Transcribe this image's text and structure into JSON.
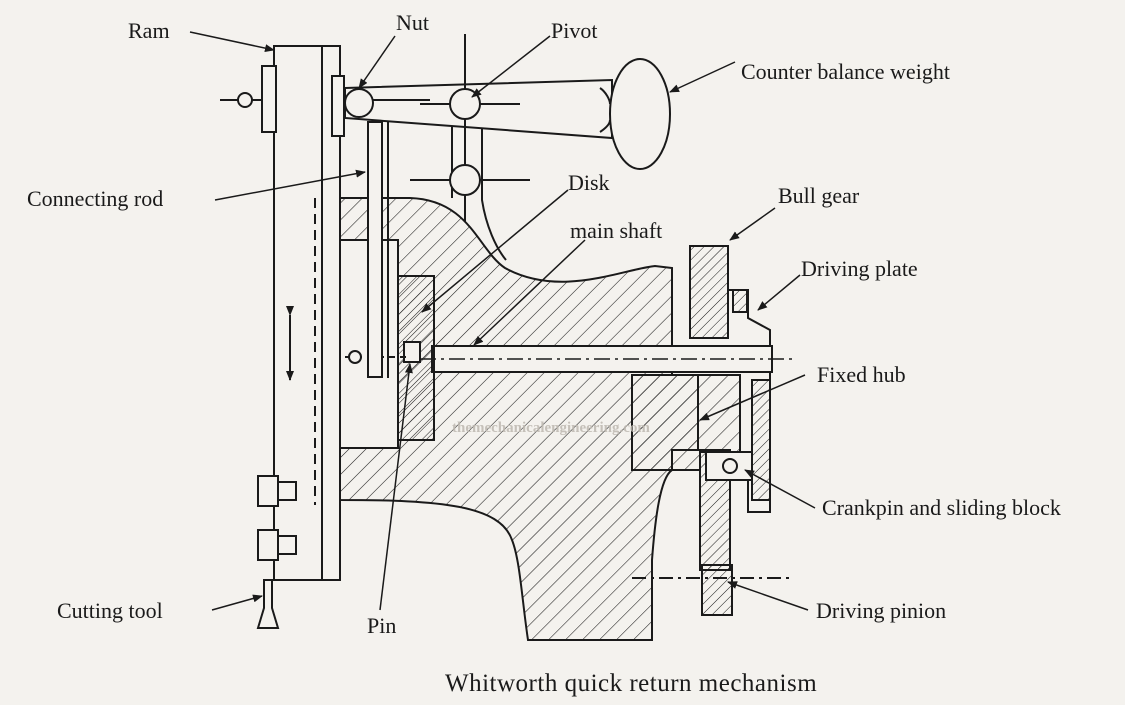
{
  "labels": {
    "ram": "Ram",
    "nut": "Nut",
    "pivot": "Pivot",
    "counter_balance_weight": "Counter balance weight",
    "connecting_rod": "Connecting rod",
    "disk": "Disk",
    "main_shaft": "main shaft",
    "bull_gear": "Bull gear",
    "driving_plate": "Driving plate",
    "fixed_hub": "Fixed hub",
    "crankpin_sliding_block": "Crankpin and sliding block",
    "cutting_tool": "Cutting tool",
    "pin": "Pin",
    "driving_pinion": "Driving pinion"
  },
  "caption": "Whitworth quick return mechanism",
  "watermark": "themechanicalengineering.com",
  "colors": {
    "ink": "#1a1a1a",
    "paper": "#f4f2ee",
    "watermark": "#bdb8b0"
  }
}
